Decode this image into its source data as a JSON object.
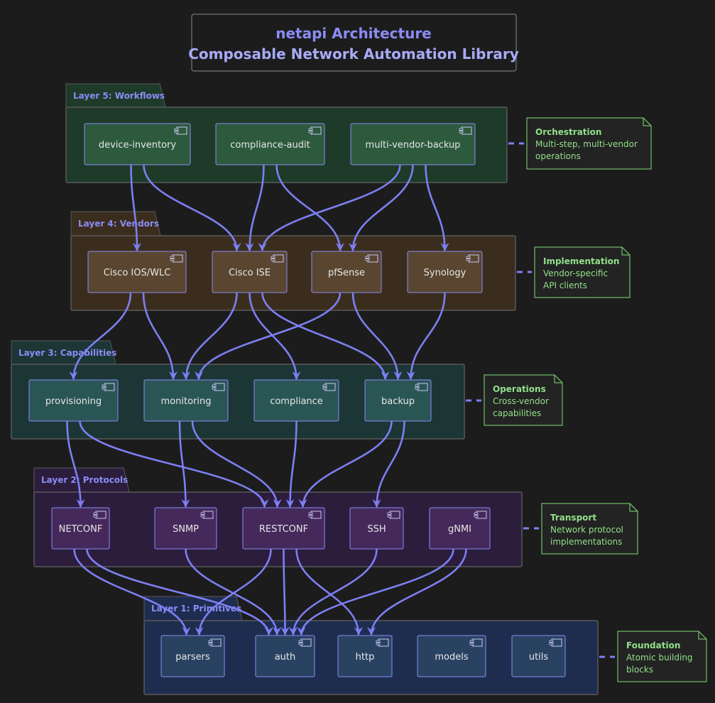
{
  "title": {
    "line1": "netapi Architecture",
    "line2": "Composable Network Automation Library"
  },
  "colors": {
    "background": "#1c1c1c",
    "arrow": "#7d7ff2",
    "node_border": "#8a8cf5",
    "note_border": "#7fdc77",
    "note_text": "#92e08a"
  },
  "layers": [
    {
      "id": "workflows",
      "label": "Layer 5: Workflows",
      "fill": "#1e3a29",
      "node_fill": "#2d5a3d",
      "label_color": "#8b8cf5",
      "nodes": [
        {
          "id": "device-inventory",
          "label": "device-inventory"
        },
        {
          "id": "compliance-audit",
          "label": "compliance-audit"
        },
        {
          "id": "multi-vendor-backup",
          "label": "multi-vendor-backup"
        }
      ],
      "note": {
        "title": "Orchestration",
        "lines": [
          "Multi-step, multi-vendor",
          "operations"
        ]
      }
    },
    {
      "id": "vendors",
      "label": "Layer 4: Vendors",
      "fill": "#3b2d1e",
      "node_fill": "#5a4630",
      "label_color": "#8b8cf5",
      "nodes": [
        {
          "id": "cisco-ios",
          "label": "Cisco IOS/WLC"
        },
        {
          "id": "cisco-ise",
          "label": "Cisco ISE"
        },
        {
          "id": "pfsense",
          "label": "pfSense"
        },
        {
          "id": "synology",
          "label": "Synology"
        }
      ],
      "note": {
        "title": "Implementation",
        "lines": [
          "Vendor-specific",
          "API clients"
        ]
      }
    },
    {
      "id": "capabilities",
      "label": "Layer 3: Capabilities",
      "fill": "#1c3535",
      "node_fill": "#2a5555",
      "label_color": "#8b8cf5",
      "nodes": [
        {
          "id": "provisioning",
          "label": "provisioning"
        },
        {
          "id": "monitoring",
          "label": "monitoring"
        },
        {
          "id": "compliance",
          "label": "compliance"
        },
        {
          "id": "backup",
          "label": "backup"
        }
      ],
      "note": {
        "title": "Operations",
        "lines": [
          "Cross-vendor",
          "capabilities"
        ]
      }
    },
    {
      "id": "protocols",
      "label": "Layer 2: Protocols",
      "fill": "#2c1d3d",
      "node_fill": "#45295a",
      "label_color": "#8b8cf5",
      "nodes": [
        {
          "id": "netconf",
          "label": "NETCONF"
        },
        {
          "id": "snmp",
          "label": "SNMP"
        },
        {
          "id": "restconf",
          "label": "RESTCONF"
        },
        {
          "id": "ssh",
          "label": "SSH"
        },
        {
          "id": "gnmi",
          "label": "gNMI"
        }
      ],
      "note": {
        "title": "Transport",
        "lines": [
          "Network protocol",
          "implementations"
        ]
      }
    },
    {
      "id": "primitives",
      "label": "Layer 1: Primitives",
      "fill": "#1e2d4f",
      "node_fill": "#2a4262",
      "label_color": "#8b8cf5",
      "nodes": [
        {
          "id": "parsers",
          "label": "parsers"
        },
        {
          "id": "auth",
          "label": "auth"
        },
        {
          "id": "http",
          "label": "http"
        },
        {
          "id": "models",
          "label": "models"
        },
        {
          "id": "utils",
          "label": "utils"
        }
      ],
      "note": {
        "title": "Foundation",
        "lines": [
          "Atomic building",
          "blocks"
        ]
      }
    }
  ],
  "edges": [
    [
      "device-inventory",
      "cisco-ios"
    ],
    [
      "device-inventory",
      "cisco-ise"
    ],
    [
      "compliance-audit",
      "cisco-ise"
    ],
    [
      "compliance-audit",
      "pfsense"
    ],
    [
      "multi-vendor-backup",
      "cisco-ise"
    ],
    [
      "multi-vendor-backup",
      "pfsense"
    ],
    [
      "multi-vendor-backup",
      "synology"
    ],
    [
      "cisco-ios",
      "provisioning"
    ],
    [
      "cisco-ios",
      "monitoring"
    ],
    [
      "cisco-ise",
      "monitoring"
    ],
    [
      "cisco-ise",
      "compliance"
    ],
    [
      "cisco-ise",
      "backup"
    ],
    [
      "pfsense",
      "monitoring"
    ],
    [
      "pfsense",
      "backup"
    ],
    [
      "synology",
      "backup"
    ],
    [
      "provisioning",
      "netconf"
    ],
    [
      "provisioning",
      "restconf"
    ],
    [
      "monitoring",
      "snmp"
    ],
    [
      "monitoring",
      "restconf"
    ],
    [
      "compliance",
      "restconf"
    ],
    [
      "backup",
      "restconf"
    ],
    [
      "backup",
      "ssh"
    ],
    [
      "netconf",
      "parsers"
    ],
    [
      "netconf",
      "auth"
    ],
    [
      "snmp",
      "auth"
    ],
    [
      "restconf",
      "parsers"
    ],
    [
      "restconf",
      "auth"
    ],
    [
      "restconf",
      "http"
    ],
    [
      "ssh",
      "auth"
    ],
    [
      "gnmi",
      "auth"
    ],
    [
      "gnmi",
      "http"
    ]
  ]
}
